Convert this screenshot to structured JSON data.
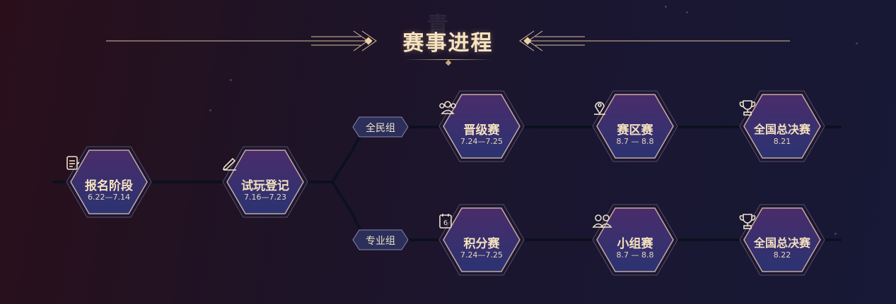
{
  "title": "赛事进程",
  "title_watermark": "青",
  "colors": {
    "hex_fill_top": "#4a2c6a",
    "hex_fill_bottom": "#2b3372",
    "hex_border": "#c9a9a0",
    "line": "#0e1224",
    "text_gold": "#f4e2bf"
  },
  "stages": {
    "signup": {
      "name": "报名阶段",
      "date": "6.22—7.14",
      "icon": "clipboard-icon"
    },
    "trial": {
      "name": "试玩登记",
      "date": "7.16—7.23",
      "icon": "pencil-icon"
    }
  },
  "groups": {
    "public": {
      "label": "全民组",
      "stages": [
        {
          "name": "晋级赛",
          "date": "7.24—7.25",
          "icon": "team-icon"
        },
        {
          "name": "赛区赛",
          "date": "8.7 — 8.8",
          "icon": "map-pin-icon"
        },
        {
          "name": "全国总决赛",
          "date": "8.21",
          "icon": "trophy-icon"
        }
      ]
    },
    "pro": {
      "label": "专业组",
      "stages": [
        {
          "name": "积分赛",
          "date": "7.24—7.25",
          "icon": "calendar-icon",
          "icon_text": "6"
        },
        {
          "name": "小组赛",
          "date": "8.7 — 8.8",
          "icon": "group-icon"
        },
        {
          "name": "全国总决赛",
          "date": "8.22",
          "icon": "trophy-icon"
        }
      ]
    }
  }
}
